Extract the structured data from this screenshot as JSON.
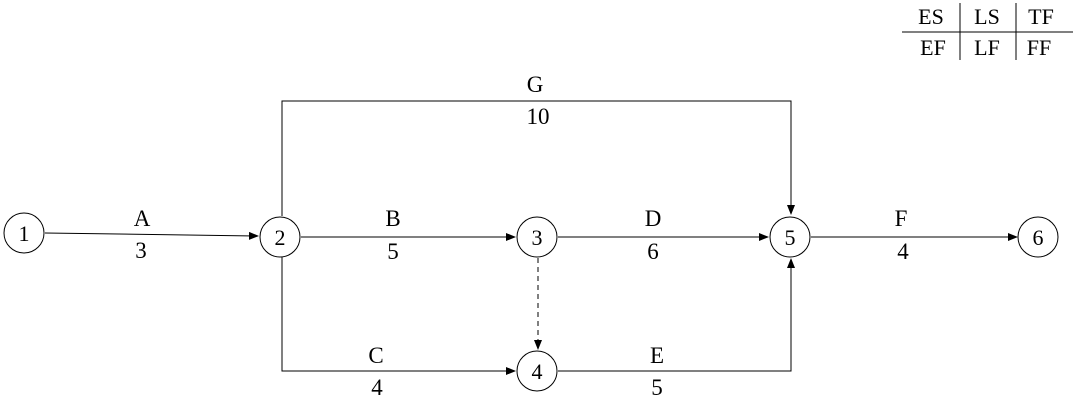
{
  "legend": {
    "top": [
      "ES",
      "LS",
      "TF"
    ],
    "bottom": [
      "EF",
      "LF",
      "FF"
    ]
  },
  "nodes": [
    {
      "id": "1",
      "label": "1"
    },
    {
      "id": "2",
      "label": "2"
    },
    {
      "id": "3",
      "label": "3"
    },
    {
      "id": "4",
      "label": "4"
    },
    {
      "id": "5",
      "label": "5"
    },
    {
      "id": "6",
      "label": "6"
    }
  ],
  "activities": [
    {
      "id": "A",
      "name": "A",
      "duration": "3",
      "from": "1",
      "to": "2"
    },
    {
      "id": "B",
      "name": "B",
      "duration": "5",
      "from": "2",
      "to": "3"
    },
    {
      "id": "C",
      "name": "C",
      "duration": "4",
      "from": "2",
      "to": "4"
    },
    {
      "id": "D",
      "name": "D",
      "duration": "6",
      "from": "3",
      "to": "5"
    },
    {
      "id": "E",
      "name": "E",
      "duration": "5",
      "from": "4",
      "to": "5"
    },
    {
      "id": "F",
      "name": "F",
      "duration": "4",
      "from": "5",
      "to": "6"
    },
    {
      "id": "G",
      "name": "G",
      "duration": "10",
      "from": "2",
      "to": "5"
    }
  ],
  "dummies": [
    {
      "id": "dummy-3-4",
      "from": "3",
      "to": "4"
    }
  ]
}
